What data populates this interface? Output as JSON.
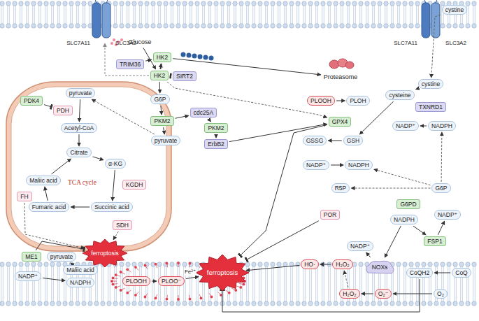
{
  "diagram": {
    "nodes": [
      {
        "text": [
          "cystine"
        ]
      },
      {
        "text": [
          "TRIM36"
        ]
      },
      {
        "text": [
          "HK2"
        ]
      },
      {
        "text": [
          "Proteasome"
        ]
      },
      {
        "text": [
          "Glucose"
        ]
      },
      {
        "text": [
          "HK2"
        ]
      },
      {
        "text": [
          "SIRT2"
        ]
      },
      {
        "text": [
          "TCA cycle"
        ]
      },
      {
        "text": [
          "PDK4"
        ],
        "in": 7
      },
      {
        "text": [
          "pyruvate"
        ],
        "in": 7
      },
      {
        "text": [
          "PDH"
        ],
        "in": 7
      },
      {
        "text": [
          "Acetyl-CoA"
        ],
        "in": 7
      },
      {
        "text": [
          "Citrate"
        ],
        "in": 7
      },
      {
        "text": [
          "Maliic acid"
        ],
        "in": 7
      },
      {
        "text": [
          "α-KG"
        ],
        "in": 7
      },
      {
        "text": [
          "FH"
        ],
        "in": 7
      },
      {
        "text": [
          "KGDH"
        ],
        "in": 7
      },
      {
        "text": [
          "Fumaric acid"
        ],
        "in": 7
      },
      {
        "text": [
          "Succinic acid"
        ],
        "in": 7
      },
      {
        "text": [
          "SDH"
        ],
        "in": 7
      },
      {
        "text": [
          "G6P"
        ]
      },
      {
        "text": [
          "PKM2"
        ]
      },
      {
        "text": [
          "cdc25A"
        ]
      },
      {
        "text": [
          "PKM2"
        ]
      },
      {
        "text": [
          "pyruvate"
        ]
      },
      {
        "text": [
          "ErbB2"
        ]
      },
      {
        "text": [
          "PLOOH"
        ]
      },
      {
        "text": [
          "PLOH"
        ]
      },
      {
        "text": [
          "GPX4"
        ]
      },
      {
        "text": [
          "GSSG"
        ]
      },
      {
        "text": [
          "GSH"
        ]
      },
      {
        "text": [
          "NADP⁺"
        ]
      },
      {
        "text": [
          "NADPH"
        ]
      },
      {
        "text": [
          "cysteine"
        ]
      },
      {
        "text": [
          "cystine"
        ]
      },
      {
        "text": [
          "TXNRD1"
        ]
      },
      {
        "text": [
          "NADP⁺"
        ]
      },
      {
        "text": [
          "NADPH"
        ]
      },
      {
        "text": [
          "R5P"
        ]
      },
      {
        "text": [
          "G6P"
        ]
      },
      {
        "text": [
          "G6PD"
        ]
      },
      {
        "text": [
          "POR"
        ]
      },
      {
        "text": [
          "NADPH"
        ]
      },
      {
        "text": [
          "ferroptosis"
        ]
      },
      {
        "text": [
          "ME1"
        ]
      },
      {
        "text": [
          "pyruvate"
        ]
      },
      {
        "text": [
          "Maliic acid"
        ]
      },
      {
        "text": [
          "NADP⁺"
        ]
      },
      {
        "text": [
          "NADPH"
        ]
      },
      {
        "text": [
          "NADP⁺"
        ]
      },
      {
        "text": [
          "FSP1"
        ]
      },
      {
        "text": [
          "HO·"
        ]
      },
      {
        "text": [
          "H₂O₂"
        ]
      },
      {
        "text": [
          "NADP⁺"
        ]
      },
      {
        "text": [
          "NOXs"
        ]
      },
      {
        "text": [
          "CoQH2"
        ]
      },
      {
        "text": [
          "CoQ"
        ]
      },
      {
        "text": [
          "PLOOH"
        ]
      },
      {
        "text": [
          "PLOO⁻"
        ]
      },
      {
        "text": [
          "ferroptosis"
        ]
      },
      {
        "text": [
          "H₂O₂"
        ]
      },
      {
        "text": [
          "O₂⁻"
        ]
      },
      {
        "text": [
          "O₂"
        ]
      }
    ],
    "edges": [
      {
        "from": 4,
        "to": 5,
        "arrow": "to"
      },
      {
        "from": 5,
        "to": 2,
        "arrow": "to"
      },
      {
        "from": 1,
        "to": 2,
        "arrow": "to"
      },
      {
        "from": 2,
        "to": 3,
        "arrow": "to"
      },
      {
        "from": 6,
        "to": 5,
        "arrow": "to"
      },
      {
        "from": 5,
        "to": 20,
        "arrow": "to"
      },
      {
        "from": 20,
        "to": 21,
        "arrow": "to"
      },
      {
        "from": 21,
        "to": 24,
        "arrow": "to"
      },
      {
        "from": 21,
        "to": 22,
        "arrow": "to"
      },
      {
        "from": 22,
        "to": 23,
        "arrow": "to"
      },
      {
        "from": 23,
        "to": 25,
        "arrow": "to"
      },
      {
        "from": 25,
        "to": 28,
        "arrow": "to"
      },
      {
        "from": 5,
        "to": 28,
        "arrow": "to"
      },
      {
        "from": 24,
        "to": 9,
        "arrow": "to"
      },
      {
        "from": 9,
        "to": 11,
        "arrow": "to"
      },
      {
        "from": 8,
        "to": 10,
        "arrow": "to"
      },
      {
        "from": 11,
        "to": 12,
        "arrow": "to"
      },
      {
        "from": 12,
        "to": 14,
        "arrow": "to"
      },
      {
        "from": 14,
        "to": 18,
        "arrow": "to"
      },
      {
        "from": 18,
        "to": 17,
        "arrow": "to"
      },
      {
        "from": 17,
        "to": 13,
        "arrow": "to"
      },
      {
        "from": 13,
        "to": 12,
        "arrow": "to"
      },
      {
        "from": 19,
        "to": 43,
        "arrow": "to"
      },
      {
        "from": 15,
        "to": 43,
        "arrow": "to"
      },
      {
        "from": 26,
        "to": 27,
        "arrow": "to"
      },
      {
        "from": 30,
        "to": 29,
        "arrow": "to"
      },
      {
        "from": 31,
        "to": 32,
        "arrow": "to"
      },
      {
        "from": 28,
        "to": 59,
        "arrow": "to"
      },
      {
        "from": 0,
        "to": 34,
        "arrow": "to"
      },
      {
        "from": 34,
        "to": 33,
        "arrow": "to"
      },
      {
        "from": 37,
        "to": 36,
        "arrow": "to"
      },
      {
        "from": 33,
        "to": 30,
        "arrow": "to"
      },
      {
        "from": 39,
        "to": 38,
        "arrow": "to"
      },
      {
        "from": 39,
        "to": 37,
        "arrow": "to"
      },
      {
        "from": 39,
        "to": 32,
        "arrow": "to"
      },
      {
        "from": 42,
        "to": 50,
        "arrow": "to"
      },
      {
        "from": 50,
        "to": 49,
        "arrow": "to"
      },
      {
        "from": 56,
        "to": 55,
        "arrow": "to"
      },
      {
        "from": 55,
        "to": 59,
        "arrow": "to"
      },
      {
        "from": 42,
        "to": 54,
        "arrow": "to"
      },
      {
        "from": 54,
        "to": 53,
        "arrow": "to"
      },
      {
        "from": 62,
        "to": 61,
        "arrow": "to"
      },
      {
        "from": 61,
        "to": 60,
        "arrow": "to"
      },
      {
        "from": 60,
        "to": 52,
        "arrow": "to"
      },
      {
        "from": 52,
        "to": 51,
        "arrow": "to"
      },
      {
        "from": 51,
        "to": 59,
        "arrow": "to"
      },
      {
        "from": 41,
        "to": 59,
        "arrow": "to"
      },
      {
        "from": 57,
        "to": 58,
        "arrow": "to"
      },
      {
        "from": 58,
        "to": 59,
        "arrow": "to"
      },
      {
        "from": 46,
        "to": 45,
        "arrow": "to"
      },
      {
        "from": 47,
        "to": 48,
        "arrow": "to"
      },
      {
        "from": 44,
        "to": 43,
        "arrow": "to"
      }
    ],
    "labels": [
      "SLC7A11",
      "SLC3A2",
      "SLC7A11",
      "SLC3A2",
      "Fe²⁺"
    ]
  }
}
